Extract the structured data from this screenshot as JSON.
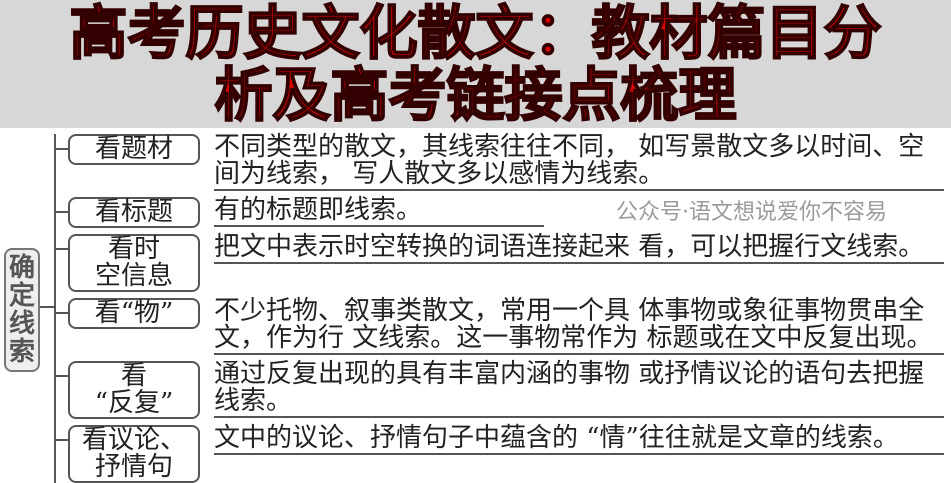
{
  "root": "确定线索",
  "branches": [
    {
      "label": "看题材",
      "text": "不同类型的散文，其线索往往不同，\n如写景散文多以时间、空间为线索，\n写人散文多以感情为线索。"
    },
    {
      "label": "看标题",
      "text": "有的标题即线索。"
    },
    {
      "label": "看时\n空信息",
      "text": "把文中表示时空转换的词语连接起来\n看，可以把握行文线索。"
    },
    {
      "label": "看“物”",
      "text": "不少托物、叙事类散文，常用一个具\n体事物或象征事物贯串全文，作为行\n文线索。这一事物常作为\n标题或在文中反复出现。"
    },
    {
      "label": "看\n“反复”",
      "text": "通过反复出现的具有丰富内涵的事物\n或抒情议论的语句去把握线索。"
    },
    {
      "label": "看议论、\n抒情句",
      "text": "文中的议论、抒情句子中蕴含的\n“情”往往就是文章的线索。"
    }
  ],
  "title": {
    "line1": "高考历史文化散文：教材篇目分",
    "line2": "析及高考链接点梳理",
    "color": "#e00000"
  },
  "watermark": "公众号·语文想说爱你不容易"
}
